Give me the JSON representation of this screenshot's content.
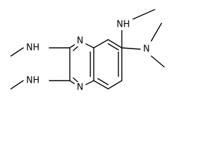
{
  "molecule": {
    "atoms": [
      {
        "id": "n_ring_top",
        "label": "N"
      },
      {
        "id": "n_ring_bottom",
        "label": "N"
      },
      {
        "id": "nh_top_left",
        "label": "NH"
      },
      {
        "id": "nh_bottom_left",
        "label": "NH"
      },
      {
        "id": "nh_top_right",
        "label": "NH"
      },
      {
        "id": "n_dimethyl",
        "label": "N"
      }
    ],
    "bond_color": "#000000",
    "label_color": "#000000"
  }
}
